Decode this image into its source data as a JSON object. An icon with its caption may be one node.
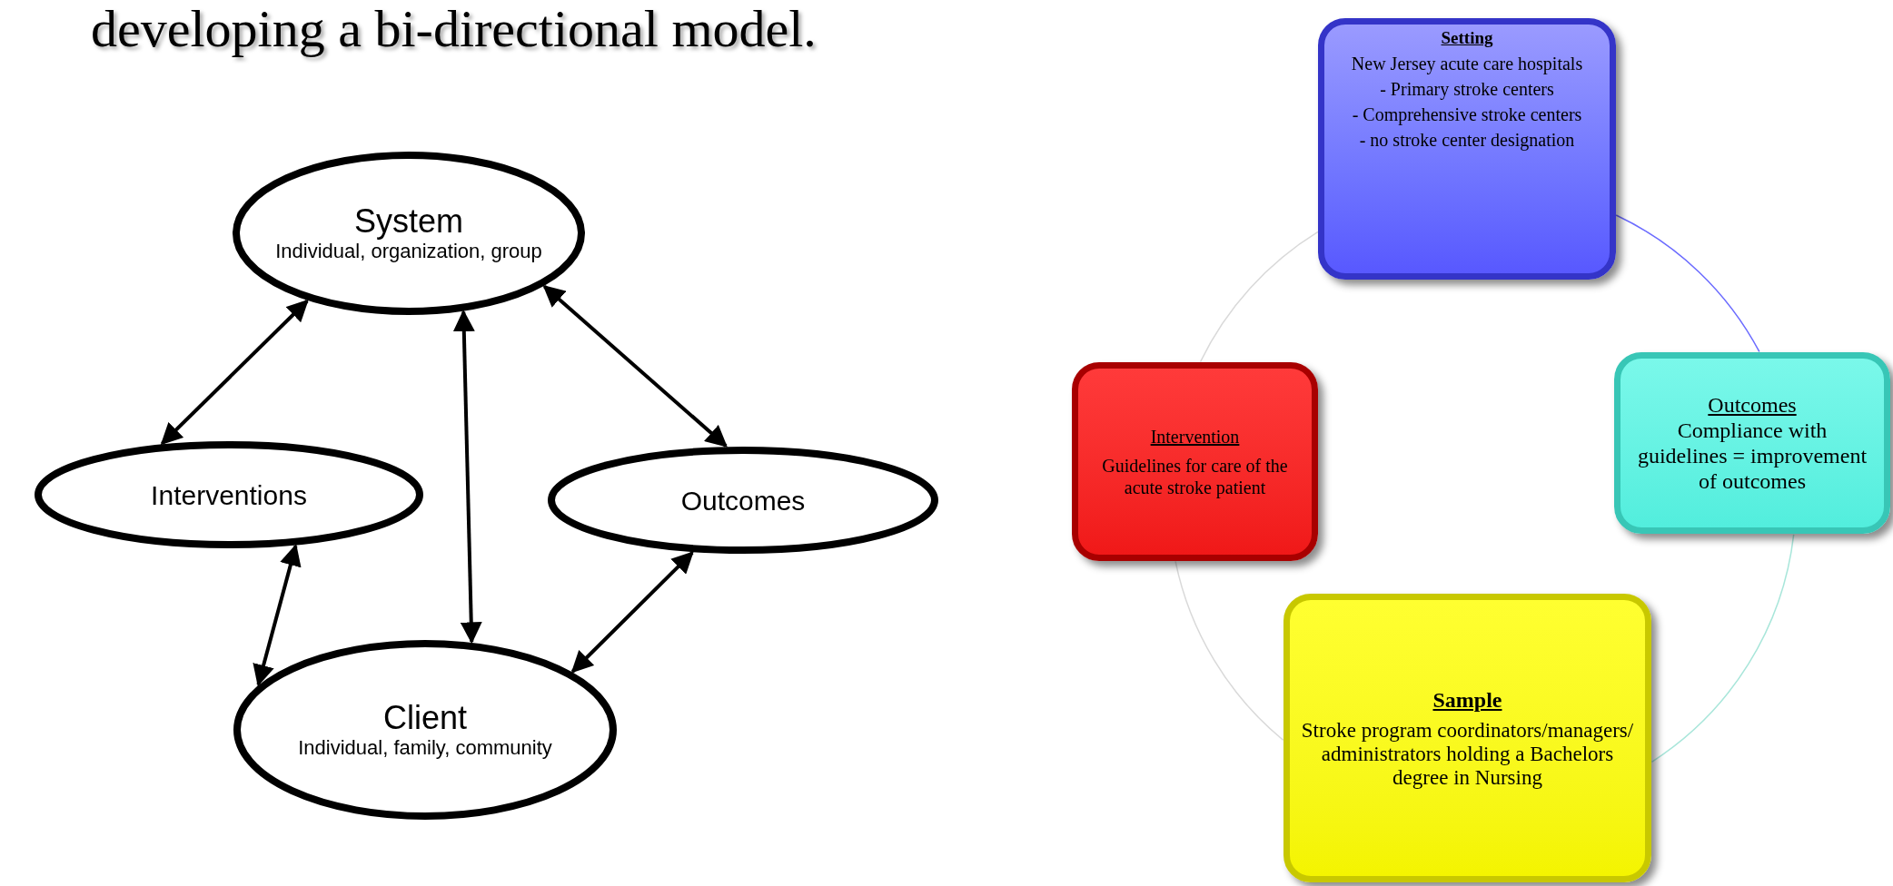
{
  "diagram": {
    "nodes": [
      {
        "text": [
          "System",
          "Individual, organization, group"
        ]
      },
      {
        "text": [
          "Interventions"
        ]
      },
      {
        "text": [
          "Outcomes"
        ]
      },
      {
        "text": [
          "Client",
          "Individual, family, community"
        ]
      },
      {
        "text": [
          "Setting",
          "New Jersey acute care hospitals",
          "- Primary stroke centers",
          "- Comprehensive stroke centers",
          "- no stroke center designation"
        ]
      },
      {
        "text": [
          "Intervention",
          "Guidelines for care of the acute stroke patient"
        ]
      },
      {
        "text": [
          "Outcomes",
          "Compliance with guidelines = improvement of outcomes"
        ]
      },
      {
        "text": [
          "Sample",
          "Stroke program coordinators/managers/ administrators holding a Bachelors degree in Nursing"
        ]
      }
    ],
    "edges": [
      {
        "from": 0,
        "to": 1,
        "arrow": "both"
      },
      {
        "from": 0,
        "to": 2,
        "arrow": "both"
      },
      {
        "from": 1,
        "to": 3,
        "arrow": "both"
      },
      {
        "from": 2,
        "to": 3,
        "arrow": "both"
      },
      {
        "from": 0,
        "to": 3,
        "arrow": "both"
      },
      {
        "from": 4,
        "to": 6,
        "arrow": "none",
        "color": "#6b6bff"
      },
      {
        "from": 6,
        "to": 7,
        "arrow": "none",
        "color": "#a8e6da"
      },
      {
        "from": 7,
        "to": 5,
        "arrow": "none",
        "color": "#d9d9d9"
      },
      {
        "from": 5,
        "to": 4,
        "arrow": "none",
        "color": "#d9d9d9"
      }
    ],
    "labels": [
      "developing a bi-directional model."
    ]
  }
}
